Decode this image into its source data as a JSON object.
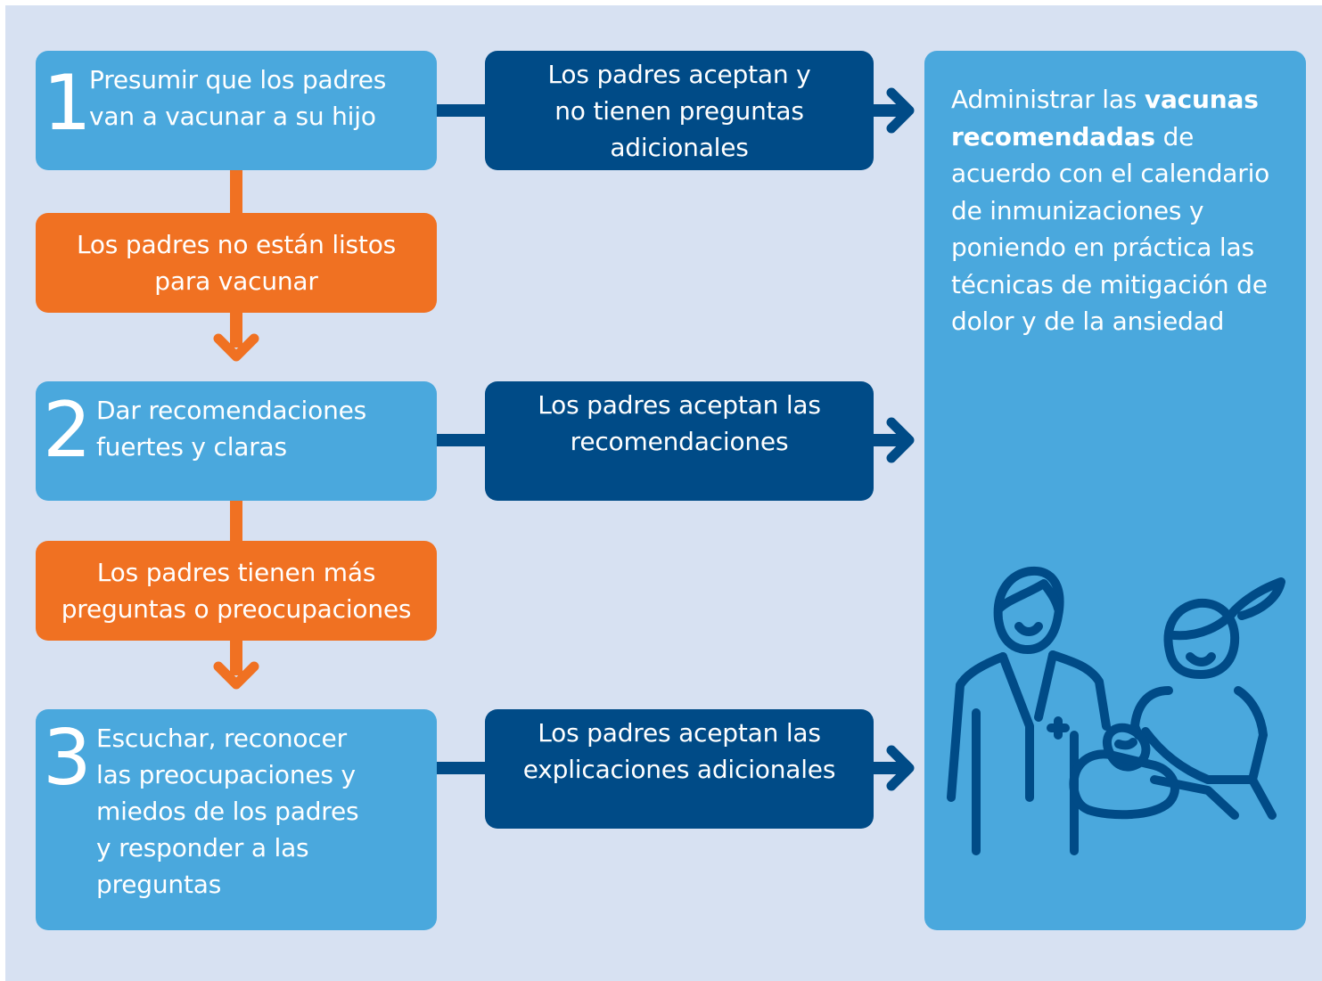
{
  "steps": [
    {
      "number": "1",
      "text": "Presumir que los padres\nvan a vacunar a su hijo"
    },
    {
      "number": "2",
      "text": "Dar recomendaciones\nfuertes y claras"
    },
    {
      "number": "3",
      "text": "Escuchar, reconocer\nlas preocupaciones y\nmiedos de los padres\ny responder a las\npreguntas"
    }
  ],
  "not_ready": [
    {
      "text": "Los padres no están listos\npara vacunar"
    },
    {
      "text": "Los padres tienen más\npreguntas o preocupaciones"
    }
  ],
  "accept": [
    {
      "text": "Los padres aceptan y\nno tienen preguntas\nadicionales"
    },
    {
      "text": "Los padres aceptan las\nrecomendaciones"
    },
    {
      "text": "Los padres aceptan las\nexplicaciones adicionales"
    }
  ],
  "result": {
    "text_start": "Administrar las ",
    "bold": "vacunas recomendadas",
    "text_end": " de acuerdo con el calendario de inmunizaciones y poniendo en práctica las técnicas de mitigación de dolor y de la ansiedad"
  },
  "colors": {
    "background": "#d7e1f2",
    "step_blue": "#4aa8dd",
    "navy": "#004b87",
    "orange": "#f07122",
    "white": "#ffffff"
  },
  "icons": [
    "doctor-icon",
    "parent-with-baby-icon",
    "right-arrow-icon",
    "down-arrow-icon"
  ]
}
